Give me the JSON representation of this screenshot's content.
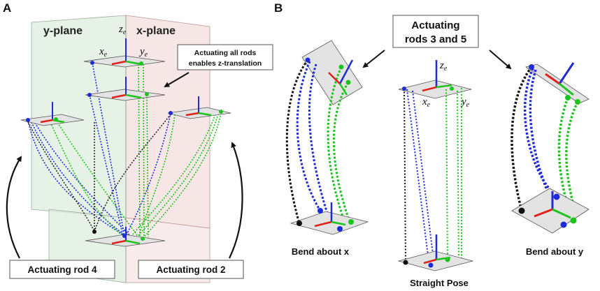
{
  "panel_a": {
    "letter": "A",
    "y_plane_label": "y-plane",
    "x_plane_label": "x-plane",
    "z_axis": "z",
    "x_axis": "x",
    "y_axis": "y",
    "subscript": "e",
    "callout_line1": "Actuating all rods",
    "callout_line2": "enables z-translation",
    "caption_left": "Actuating rod 4",
    "caption_right": "Actuating rod 2"
  },
  "panel_b": {
    "letter": "B",
    "callout_line1": "Actuating",
    "callout_line2": "rods 3 and 5",
    "z_axis": "z",
    "x_axis": "x",
    "y_axis": "y",
    "subscript": "e",
    "caption_bend_x": "Bend about x",
    "caption_straight": "Straight Pose",
    "caption_bend_y": "Bend about y"
  },
  "colors": {
    "blue": "#1f2bd6",
    "green": "#1ec41e",
    "red": "#e0201a",
    "black": "#111111",
    "y_plane": "#dfeedd",
    "x_plane": "#f3dede"
  }
}
